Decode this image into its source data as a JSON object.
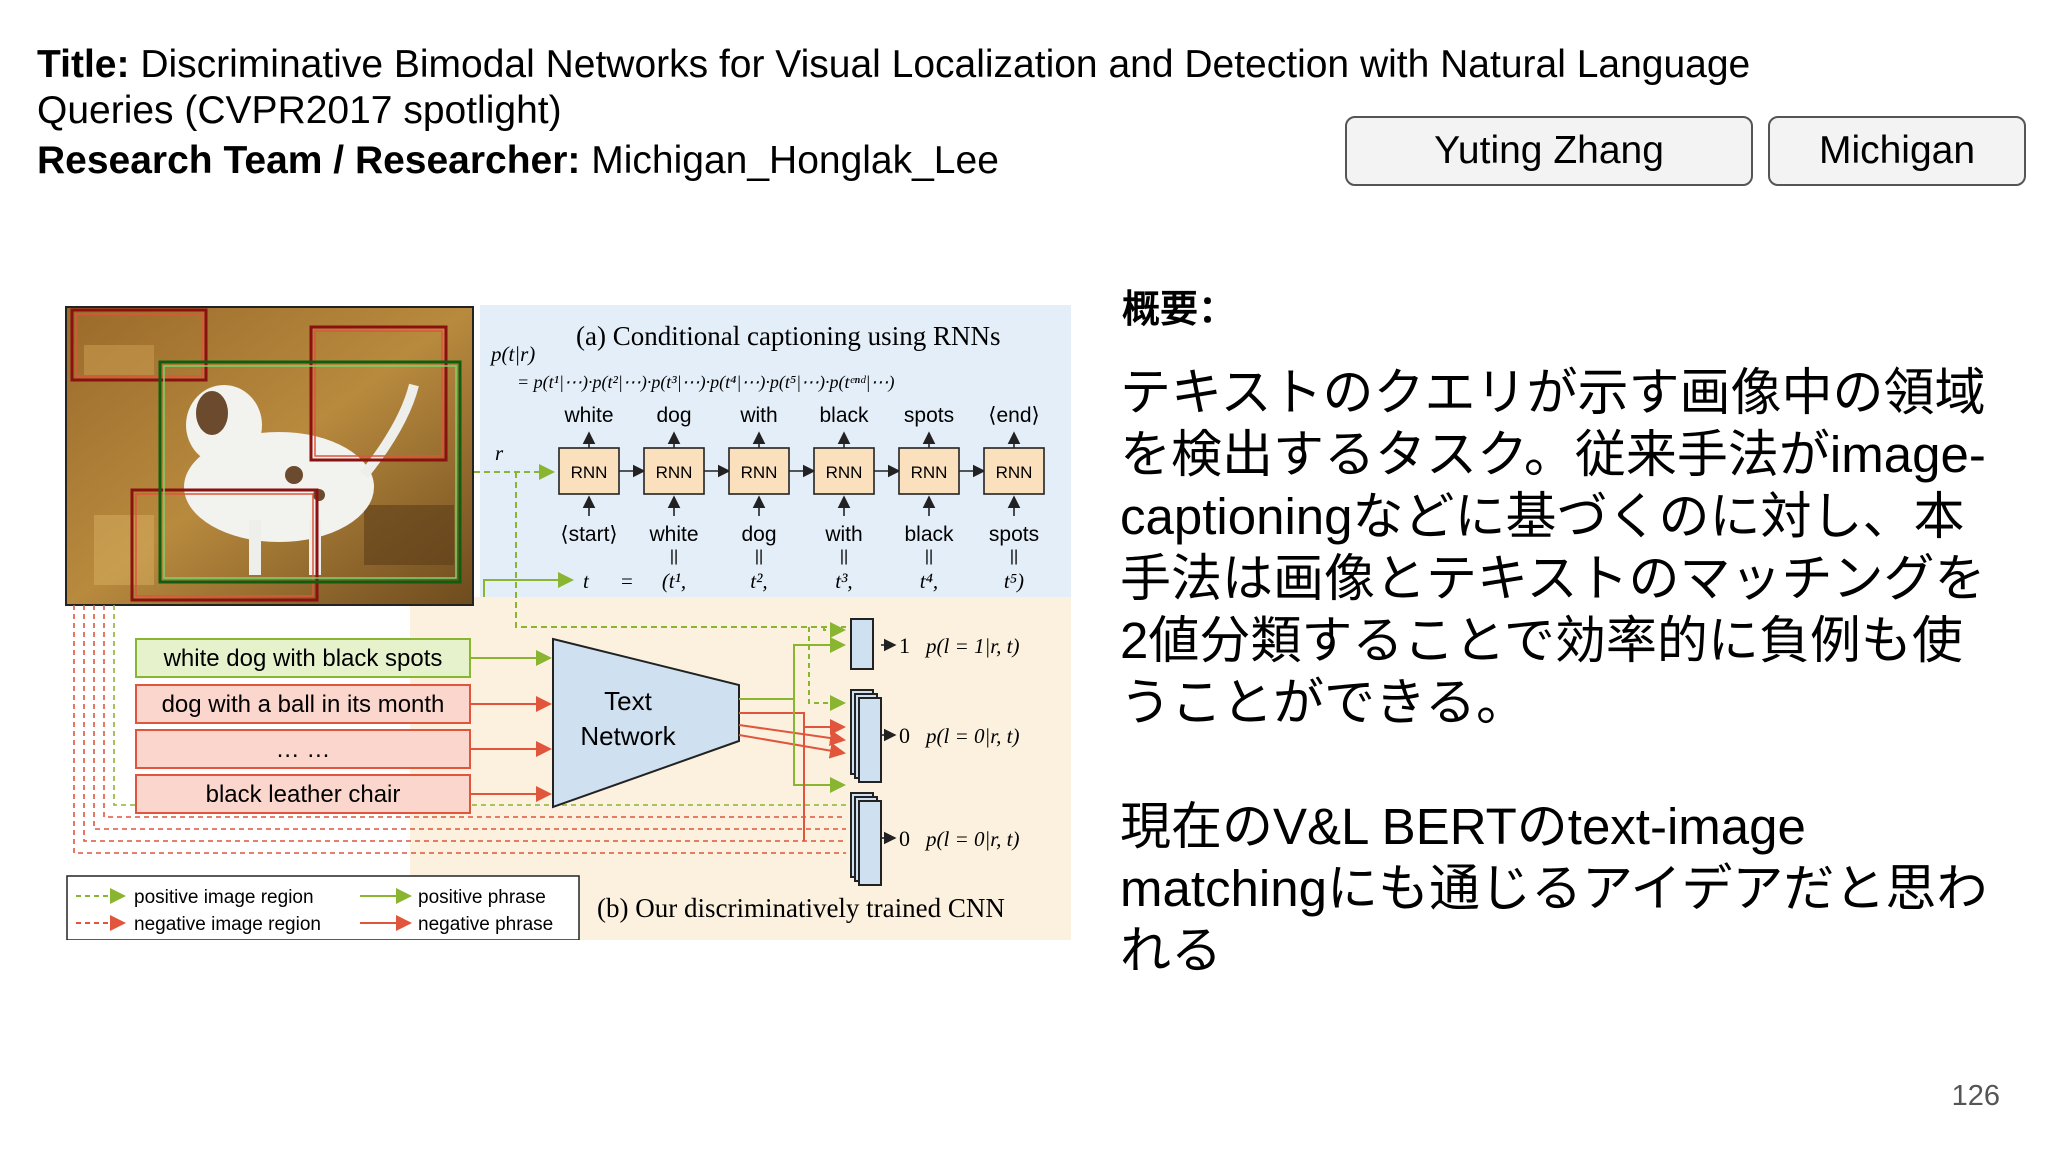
{
  "header": {
    "title_label": "Title:",
    "title_text": "Discriminative Bimodal Networks for Visual Localization and Detection with Natural Language Queries (CVPR2017 spotlight)",
    "team_label": "Research Team / Researcher:",
    "team_text": "Michigan_Honglak_Lee",
    "author_tag": "Yuting Zhang",
    "institution_tag": "Michigan"
  },
  "figure": {
    "panel_a_title": "(a) Conditional captioning using RNNs",
    "prob_label": "p(t|r)",
    "prob_expansion": "= p(t¹|⋯)·p(t²|⋯)·p(t³|⋯)·p(t⁴|⋯)·p(t⁵|⋯)·p(tᵉⁿᵈ|⋯)",
    "output_words": [
      "white",
      "dog",
      "with",
      "black",
      "spots",
      "⟨end⟩"
    ],
    "rnn_label": "RNN",
    "input_words": [
      "⟨start⟩",
      "white",
      "dog",
      "with",
      "black",
      "spots"
    ],
    "r_label": "r",
    "t_label": "t",
    "eq_sign": "=",
    "t_tokens": [
      "(t¹,",
      "t²,",
      "t³,",
      "t⁴,",
      "t⁵)"
    ],
    "phrases": [
      "white dog with black spots",
      "dog with a ball in its month",
      "… …",
      "black leather chair"
    ],
    "text_network_line1": "Text",
    "text_network_line2": "Network",
    "outputs": [
      {
        "value": "1",
        "prob": "p(l = 1|r, t)"
      },
      {
        "value": "0",
        "prob": "p(l = 0|r, t)"
      },
      {
        "value": "0",
        "prob": "p(l = 0|r, t)"
      }
    ],
    "legend": {
      "positive_region": "positive image region",
      "negative_region": "negative image region",
      "positive_phrase": "positive phrase",
      "negative_phrase": "negative phrase"
    },
    "panel_b_title": "(b) Our discriminatively trained CNN"
  },
  "summary": {
    "heading": "概要：",
    "paragraph1": "テキストのクエリが示す画像中の領域を検出するタスク。従来手法がimage-captioningなどに基づくのに対し、本手法は画像とテキストのマッチングを2値分類することで効率的に負例も使うことができる。",
    "paragraph2": "現在のV&L BERTのtext-image matchingにも通じるアイデアだと思われる"
  },
  "page_number": "126"
}
